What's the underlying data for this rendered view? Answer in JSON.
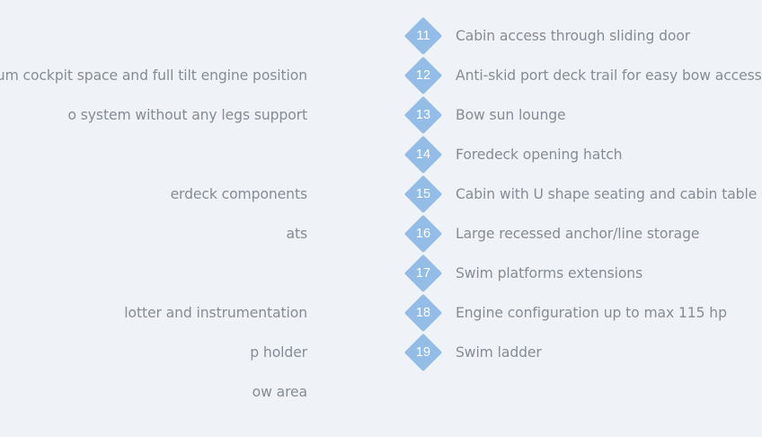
{
  "left_column": {
    "items": [
      {
        "label": ""
      },
      {
        "label": "mum cockpit space and full tilt engine position"
      },
      {
        "label": "o system without any legs support"
      },
      {
        "label": ""
      },
      {
        "label": "erdeck components"
      },
      {
        "label": "ats"
      },
      {
        "label": ""
      },
      {
        "label": "lotter and instrumentation"
      },
      {
        "label": "p holder"
      },
      {
        "label": "ow area"
      }
    ]
  },
  "right_column": {
    "items": [
      {
        "number": "11",
        "label": "Cabin access through sliding door"
      },
      {
        "number": "12",
        "label": "Anti-skid port deck trail for easy bow access"
      },
      {
        "number": "13",
        "label": "Bow sun lounge"
      },
      {
        "number": "14",
        "label": "Foredeck opening hatch"
      },
      {
        "number": "15",
        "label": "Cabin with U shape seating and cabin table co"
      },
      {
        "number": "16",
        "label": "Large recessed anchor/line storage"
      },
      {
        "number": "17",
        "label": "Swim platforms extensions"
      },
      {
        "number": "18",
        "label": "Engine configuration up to max 115 hp"
      },
      {
        "number": "19",
        "label": "Swim ladder"
      }
    ]
  },
  "colors": {
    "background": "#eff3f7",
    "badge": "#93bde6",
    "text": "#858c95"
  },
  "icons": {
    "badge": "diamond-number-badge-icon"
  }
}
